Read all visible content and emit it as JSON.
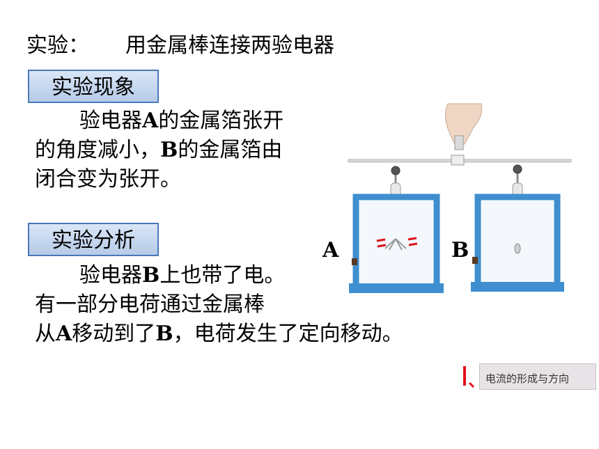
{
  "title": {
    "prefix": "实验：",
    "main": "用金属棒连接两验电器"
  },
  "phenomenon": {
    "label": "实验现象",
    "lines": [
      [
        "验电器",
        "A",
        "的金属箔张开"
      ],
      [
        "的角度减小，",
        "B",
        "的金属箔由"
      ],
      [
        "闭合变为张开。"
      ]
    ]
  },
  "analysis": {
    "label": "实验分析",
    "lines": [
      [
        "验电器",
        "B",
        "上也带了电。"
      ],
      [
        "有一部分电荷通过金属棒"
      ],
      [
        "从",
        "A",
        "移动到了",
        "B",
        "，电荷发生了定向移动。"
      ]
    ]
  },
  "figure": {
    "label_a": "A",
    "label_b": "B"
  },
  "stamp": {
    "text": "电流的形成与方向"
  },
  "colors": {
    "box_border": "#4a78b8",
    "box_fill": "#c7d7ef",
    "frame_blue": "#3f8fd0",
    "charge_red": "#e0101a"
  }
}
